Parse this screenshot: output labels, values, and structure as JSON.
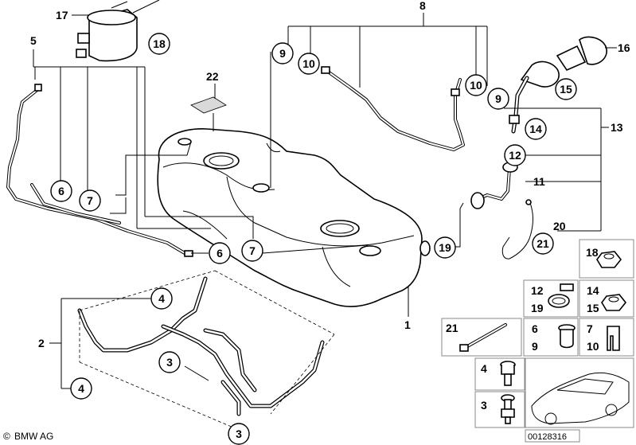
{
  "brand": {
    "symbol": "©",
    "name": "BMW AG"
  },
  "drawing_number": "00128316",
  "callouts": {
    "c1": "1",
    "c2": "2",
    "c3a": "3",
    "c3b": "3",
    "c4a": "4",
    "c4b": "4",
    "c5": "5",
    "c6a": "6",
    "c6b": "6",
    "c7a": "7",
    "c7b": "7",
    "c8": "8",
    "c9a": "9",
    "c9b": "9",
    "c10a": "10",
    "c10b": "10",
    "c11": "11",
    "c12": "12",
    "c13": "13",
    "c14": "14",
    "c15": "15",
    "c16": "16",
    "c17": "17",
    "c18": "18",
    "c19": "19",
    "c20": "20",
    "c21": "21",
    "c22": "22"
  },
  "legend": {
    "r18": "18",
    "r12_19": [
      "12",
      "19"
    ],
    "r14_15": [
      "14",
      "15"
    ],
    "r21": "21",
    "r6_9": [
      "6",
      "9"
    ],
    "r7_10": [
      "7",
      "10"
    ],
    "r4": "4",
    "r3": "3"
  }
}
